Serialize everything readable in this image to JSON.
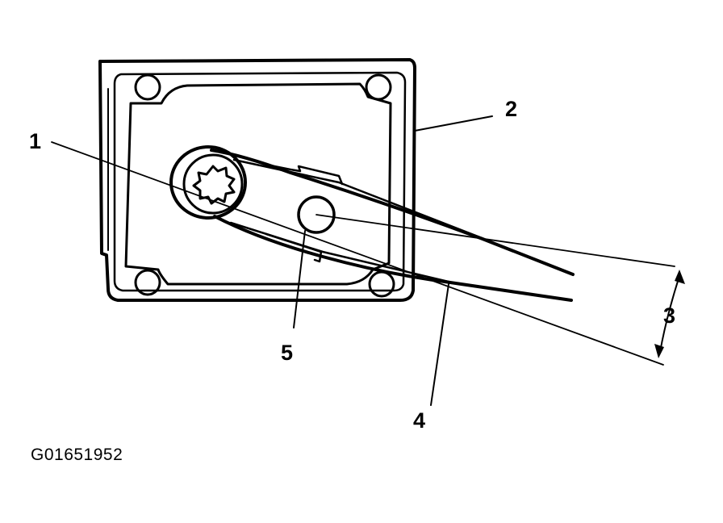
{
  "figure": {
    "code": "G01651952",
    "ink_color": "#000000",
    "background_color": "#ffffff",
    "callouts": [
      {
        "id": "1",
        "label": "1"
      },
      {
        "id": "2",
        "label": "2"
      },
      {
        "id": "3",
        "label": "3"
      },
      {
        "id": "4",
        "label": "4"
      },
      {
        "id": "5",
        "label": "5"
      }
    ]
  }
}
